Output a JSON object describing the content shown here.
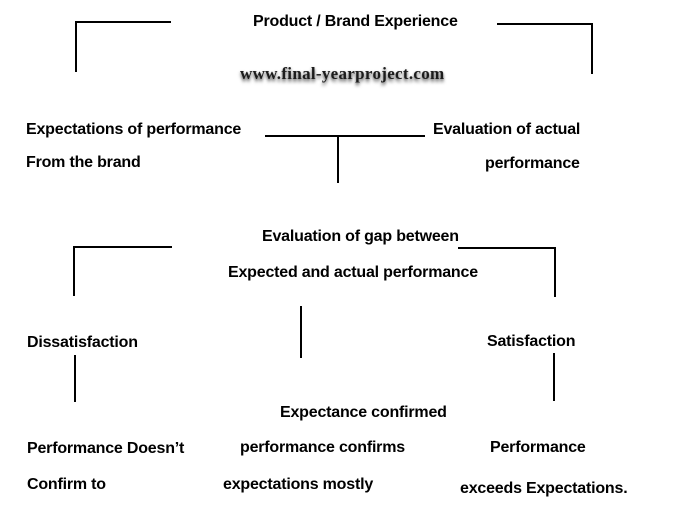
{
  "colors": {
    "background": "#ffffff",
    "line": "#000000",
    "text": "#000000"
  },
  "watermark": {
    "text": "www.final-yearproject.com"
  },
  "diagram": {
    "title": "Product / Brand Experience",
    "expectations": {
      "line1": "Expectations of performance",
      "line2": "From the brand"
    },
    "actual_evaluation": {
      "line1": "Evaluation of actual",
      "line2": "performance"
    },
    "gap_evaluation": {
      "line1": "Evaluation of gap between",
      "line2": "Expected and actual performance"
    },
    "dissatisfaction": "Dissatisfaction",
    "satisfaction": "Satisfaction",
    "expectance_confirmed": "Expectance confirmed",
    "outcome_negative": {
      "line1": "Performance Doesn’t",
      "line2": "Confirm to"
    },
    "outcome_neutral": {
      "line1": "performance confirms",
      "line2": "expectations mostly"
    },
    "outcome_positive": {
      "line1": "Performance",
      "line2": "exceeds Expectations."
    }
  }
}
